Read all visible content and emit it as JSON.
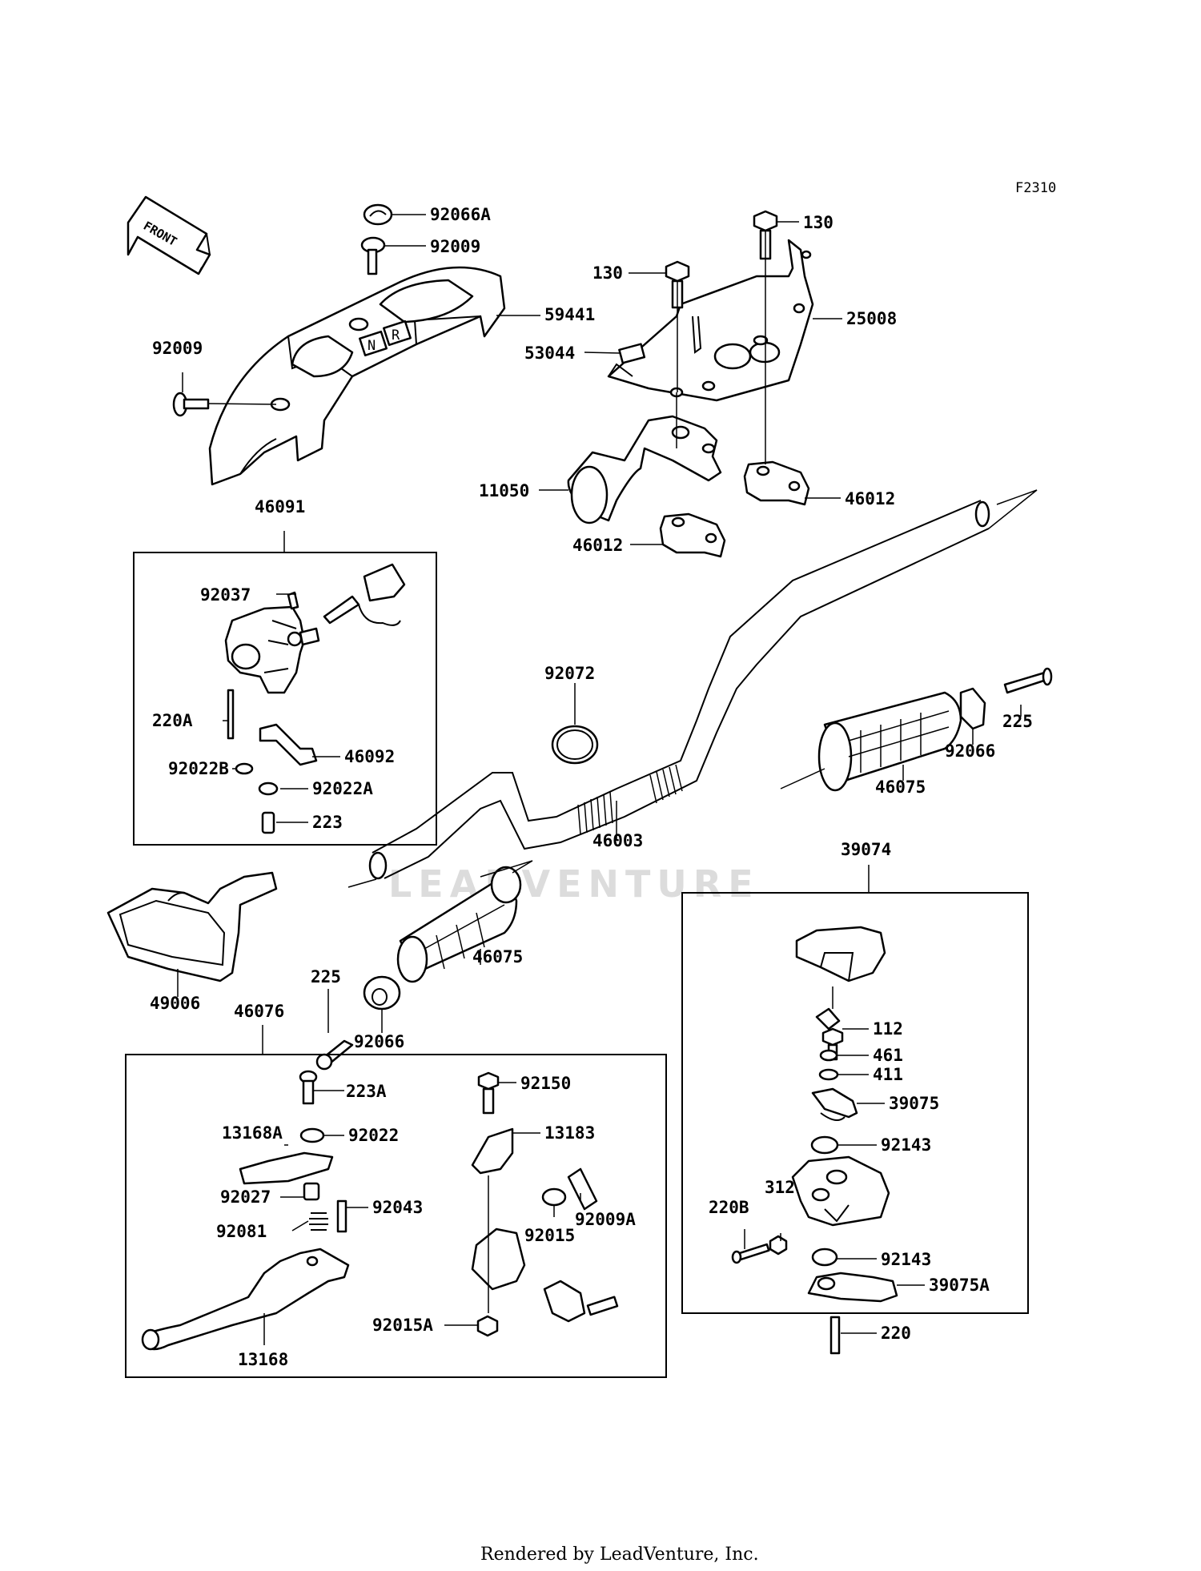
{
  "diagram": {
    "reference_code": "F2310",
    "direction_arrow": "FRONT",
    "watermark": "LEADVENTURE",
    "footer": "Rendered by LeadVenture, Inc.",
    "part_labels": [
      {
        "id": "p92066A",
        "text": "92066A"
      },
      {
        "id": "p92009_top",
        "text": "92009"
      },
      {
        "id": "p59441",
        "text": "59441"
      },
      {
        "id": "p92009_left",
        "text": "92009"
      },
      {
        "id": "p46091",
        "text": "46091"
      },
      {
        "id": "p92037",
        "text": "92037"
      },
      {
        "id": "p220A",
        "text": "220A"
      },
      {
        "id": "p46092",
        "text": "46092"
      },
      {
        "id": "p92022B",
        "text": "92022B"
      },
      {
        "id": "p92022A",
        "text": "92022A"
      },
      {
        "id": "p223",
        "text": "223"
      },
      {
        "id": "p130_right",
        "text": "130"
      },
      {
        "id": "p130_left",
        "text": "130"
      },
      {
        "id": "p25008",
        "text": "25008"
      },
      {
        "id": "p53044",
        "text": "53044"
      },
      {
        "id": "p11050",
        "text": "11050"
      },
      {
        "id": "p46012_right",
        "text": "46012"
      },
      {
        "id": "p46012_left",
        "text": "46012"
      },
      {
        "id": "p92072",
        "text": "92072"
      },
      {
        "id": "p46003",
        "text": "46003"
      },
      {
        "id": "p225_right",
        "text": "225"
      },
      {
        "id": "p92066_right",
        "text": "92066"
      },
      {
        "id": "p46075_right",
        "text": "46075"
      },
      {
        "id": "p39074",
        "text": "39074"
      },
      {
        "id": "p49006",
        "text": "49006"
      },
      {
        "id": "p46075_left",
        "text": "46075"
      },
      {
        "id": "p225_left",
        "text": "225"
      },
      {
        "id": "p92066_left",
        "text": "92066"
      },
      {
        "id": "p46076",
        "text": "46076"
      },
      {
        "id": "p223A",
        "text": "223A"
      },
      {
        "id": "p13168A",
        "text": "13168A"
      },
      {
        "id": "p92022",
        "text": "92022"
      },
      {
        "id": "p92027",
        "text": "92027"
      },
      {
        "id": "p92043",
        "text": "92043"
      },
      {
        "id": "p92081",
        "text": "92081"
      },
      {
        "id": "p13168",
        "text": "13168"
      },
      {
        "id": "p92150",
        "text": "92150"
      },
      {
        "id": "p13183",
        "text": "13183"
      },
      {
        "id": "p92009A",
        "text": "92009A"
      },
      {
        "id": "p92015",
        "text": "92015"
      },
      {
        "id": "p92015A",
        "text": "92015A"
      },
      {
        "id": "p112",
        "text": "112"
      },
      {
        "id": "p461",
        "text": "461"
      },
      {
        "id": "p411",
        "text": "411"
      },
      {
        "id": "p39075",
        "text": "39075"
      },
      {
        "id": "p92143_top",
        "text": "92143"
      },
      {
        "id": "p312",
        "text": "312"
      },
      {
        "id": "p220B",
        "text": "220B"
      },
      {
        "id": "p92143_bottom",
        "text": "92143"
      },
      {
        "id": "p39075A",
        "text": "39075A"
      },
      {
        "id": "p220",
        "text": "220"
      }
    ]
  }
}
